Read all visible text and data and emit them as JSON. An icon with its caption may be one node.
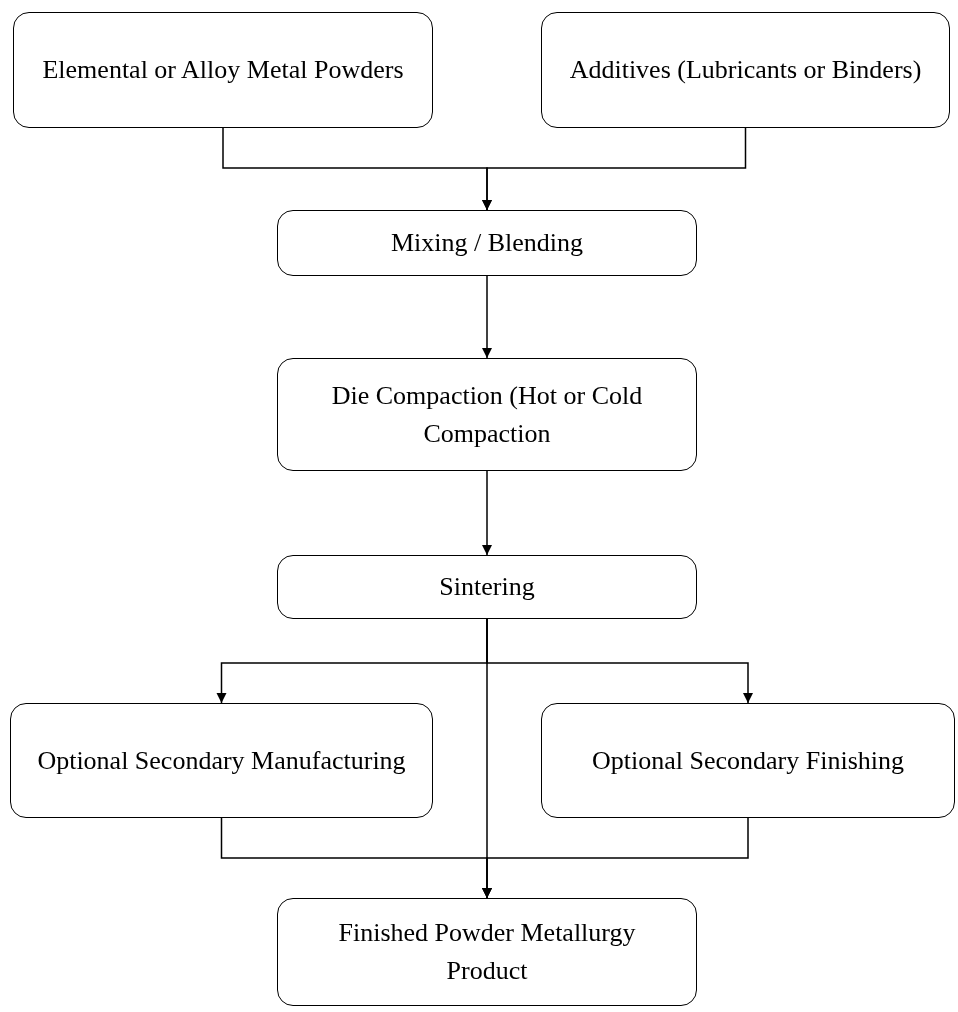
{
  "diagram": {
    "nodes": [
      {
        "text": [
          "Elemental or Alloy Metal Powders"
        ]
      },
      {
        "text": [
          "Additives (Lubricants or Binders)"
        ]
      },
      {
        "text": [
          "Mixing / Blending"
        ]
      },
      {
        "text": [
          "Die Compaction (Hot or Cold Compaction"
        ]
      },
      {
        "text": [
          "Sintering"
        ]
      },
      {
        "text": [
          "Optional Secondary Manufacturing"
        ]
      },
      {
        "text": [
          "Optional Secondary Finishing"
        ]
      },
      {
        "text": [
          "Finished Powder Metallurgy Product"
        ]
      }
    ],
    "edges": [
      {
        "from": 0,
        "to": 2,
        "arrow": "to"
      },
      {
        "from": 1,
        "to": 2,
        "arrow": "to"
      },
      {
        "from": 2,
        "to": 3,
        "arrow": "to"
      },
      {
        "from": 3,
        "to": 4,
        "arrow": "to"
      },
      {
        "from": 4,
        "to": 5,
        "arrow": "to"
      },
      {
        "from": 4,
        "to": 6,
        "arrow": "to"
      },
      {
        "from": 4,
        "to": 7,
        "arrow": "to"
      },
      {
        "from": 5,
        "to": 7,
        "arrow": "to"
      },
      {
        "from": 6,
        "to": 7,
        "arrow": "to"
      }
    ]
  }
}
